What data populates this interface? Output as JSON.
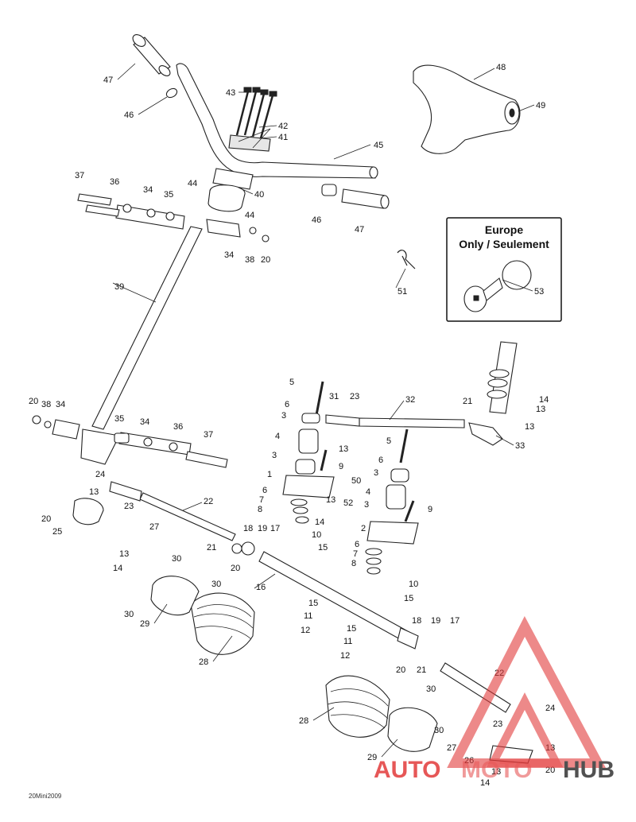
{
  "box": {
    "line1": "Europe",
    "line2": "Only / Seulement"
  },
  "footer": "20Mini2009",
  "watermark": {
    "part1": "AUTO",
    "part2": "MOTO",
    "part3": "HUB",
    "color_red": "#e23a3a",
    "color_dark": "#333333"
  },
  "callouts": [
    {
      "id": "c47a",
      "text": "47"
    },
    {
      "id": "c46a",
      "text": "46"
    },
    {
      "id": "c43",
      "text": "43"
    },
    {
      "id": "c42",
      "text": "42"
    },
    {
      "id": "c41",
      "text": "41"
    },
    {
      "id": "c45",
      "text": "45"
    },
    {
      "id": "c48",
      "text": "48"
    },
    {
      "id": "c49",
      "text": "49"
    },
    {
      "id": "c37a",
      "text": "37"
    },
    {
      "id": "c36a",
      "text": "36"
    },
    {
      "id": "c34a",
      "text": "34"
    },
    {
      "id": "c35a",
      "text": "35"
    },
    {
      "id": "c44a",
      "text": "44"
    },
    {
      "id": "c40",
      "text": "40"
    },
    {
      "id": "c44b",
      "text": "44"
    },
    {
      "id": "c46b",
      "text": "46"
    },
    {
      "id": "c47b",
      "text": "47"
    },
    {
      "id": "c34b",
      "text": "34"
    },
    {
      "id": "c38a",
      "text": "38"
    },
    {
      "id": "c20a",
      "text": "20"
    },
    {
      "id": "c51",
      "text": "51"
    },
    {
      "id": "c53",
      "text": "53"
    },
    {
      "id": "c39",
      "text": "39"
    },
    {
      "id": "c5a",
      "text": "5"
    },
    {
      "id": "c31",
      "text": "31"
    },
    {
      "id": "c23a",
      "text": "23"
    },
    {
      "id": "c32",
      "text": "32"
    },
    {
      "id": "c21a",
      "text": "21"
    },
    {
      "id": "c14a",
      "text": "14"
    },
    {
      "id": "c13a",
      "text": "13"
    },
    {
      "id": "c13b",
      "text": "13"
    },
    {
      "id": "c33",
      "text": "33"
    },
    {
      "id": "c20b",
      "text": "20"
    },
    {
      "id": "c38b",
      "text": "38"
    },
    {
      "id": "c34c",
      "text": "34"
    },
    {
      "id": "c6a",
      "text": "6"
    },
    {
      "id": "c3a",
      "text": "3"
    },
    {
      "id": "c35b",
      "text": "35"
    },
    {
      "id": "c34d",
      "text": "34"
    },
    {
      "id": "c36b",
      "text": "36"
    },
    {
      "id": "c37b",
      "text": "37"
    },
    {
      "id": "c13c",
      "text": "13"
    },
    {
      "id": "c4a",
      "text": "4"
    },
    {
      "id": "c5b",
      "text": "5"
    },
    {
      "id": "c3b",
      "text": "3"
    },
    {
      "id": "c9a",
      "text": "9"
    },
    {
      "id": "c6b",
      "text": "6"
    },
    {
      "id": "c1",
      "text": "1"
    },
    {
      "id": "c50",
      "text": "50"
    },
    {
      "id": "c3c",
      "text": "3"
    },
    {
      "id": "c24a",
      "text": "24"
    },
    {
      "id": "c13d",
      "text": "13"
    },
    {
      "id": "c23b",
      "text": "23"
    },
    {
      "id": "c22a",
      "text": "22"
    },
    {
      "id": "c6c",
      "text": "6"
    },
    {
      "id": "c7a",
      "text": "7"
    },
    {
      "id": "c8a",
      "text": "8"
    },
    {
      "id": "c13e",
      "text": "13"
    },
    {
      "id": "c52",
      "text": "52"
    },
    {
      "id": "c4b",
      "text": "4"
    },
    {
      "id": "c3d",
      "text": "3"
    },
    {
      "id": "c9b",
      "text": "9"
    },
    {
      "id": "c14b",
      "text": "14"
    },
    {
      "id": "c20c",
      "text": "20"
    },
    {
      "id": "c25",
      "text": "25"
    },
    {
      "id": "c27a",
      "text": "27"
    },
    {
      "id": "c17a",
      "text": "17"
    },
    {
      "id": "c10a",
      "text": "10"
    },
    {
      "id": "c2",
      "text": "2"
    },
    {
      "id": "c18a",
      "text": "18"
    },
    {
      "id": "c19a",
      "text": "19"
    },
    {
      "id": "c15a",
      "text": "15"
    },
    {
      "id": "c6d",
      "text": "6"
    },
    {
      "id": "c7b",
      "text": "7"
    },
    {
      "id": "c8b",
      "text": "8"
    },
    {
      "id": "c21b",
      "text": "21"
    },
    {
      "id": "c13f",
      "text": "13"
    },
    {
      "id": "c14c",
      "text": "14"
    },
    {
      "id": "c20d",
      "text": "20"
    },
    {
      "id": "c10b",
      "text": "10"
    },
    {
      "id": "c15b",
      "text": "15"
    },
    {
      "id": "c30a",
      "text": "30"
    },
    {
      "id": "c30b",
      "text": "30"
    },
    {
      "id": "c16",
      "text": "16"
    },
    {
      "id": "c30c",
      "text": "30"
    },
    {
      "id": "c29a",
      "text": "29"
    },
    {
      "id": "c15c",
      "text": "15"
    },
    {
      "id": "c11a",
      "text": "11"
    },
    {
      "id": "c12a",
      "text": "12"
    },
    {
      "id": "c18b",
      "text": "18"
    },
    {
      "id": "c19b",
      "text": "19"
    },
    {
      "id": "c17b",
      "text": "17"
    },
    {
      "id": "c28a",
      "text": "28"
    },
    {
      "id": "c15d",
      "text": "15"
    },
    {
      "id": "c11b",
      "text": "11"
    },
    {
      "id": "c12b",
      "text": "12"
    },
    {
      "id": "c20e",
      "text": "20"
    },
    {
      "id": "c21c",
      "text": "21"
    },
    {
      "id": "c22b",
      "text": "22"
    },
    {
      "id": "c30d",
      "text": "30"
    },
    {
      "id": "c28b",
      "text": "28"
    },
    {
      "id": "c24b",
      "text": "24"
    },
    {
      "id": "c23c",
      "text": "23"
    },
    {
      "id": "c30e",
      "text": "30"
    },
    {
      "id": "c27b",
      "text": "27"
    },
    {
      "id": "c13g",
      "text": "13"
    },
    {
      "id": "c29b",
      "text": "29"
    },
    {
      "id": "c26",
      "text": "26"
    },
    {
      "id": "c20f",
      "text": "20"
    },
    {
      "id": "c13h",
      "text": "13"
    },
    {
      "id": "c14d",
      "text": "14"
    }
  ]
}
